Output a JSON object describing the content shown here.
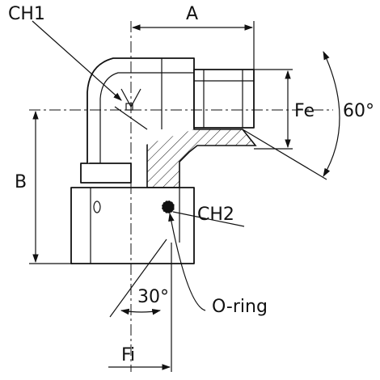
{
  "labels": {
    "ch1": "CH1",
    "a": "A",
    "fe": "Fe",
    "angle60": "60°",
    "b": "B",
    "ch2": "CH2",
    "angle30": "30°",
    "oring": "O-ring",
    "fi": "Fi"
  },
  "colors": {
    "line": "#111111",
    "background": "#ffffff"
  }
}
